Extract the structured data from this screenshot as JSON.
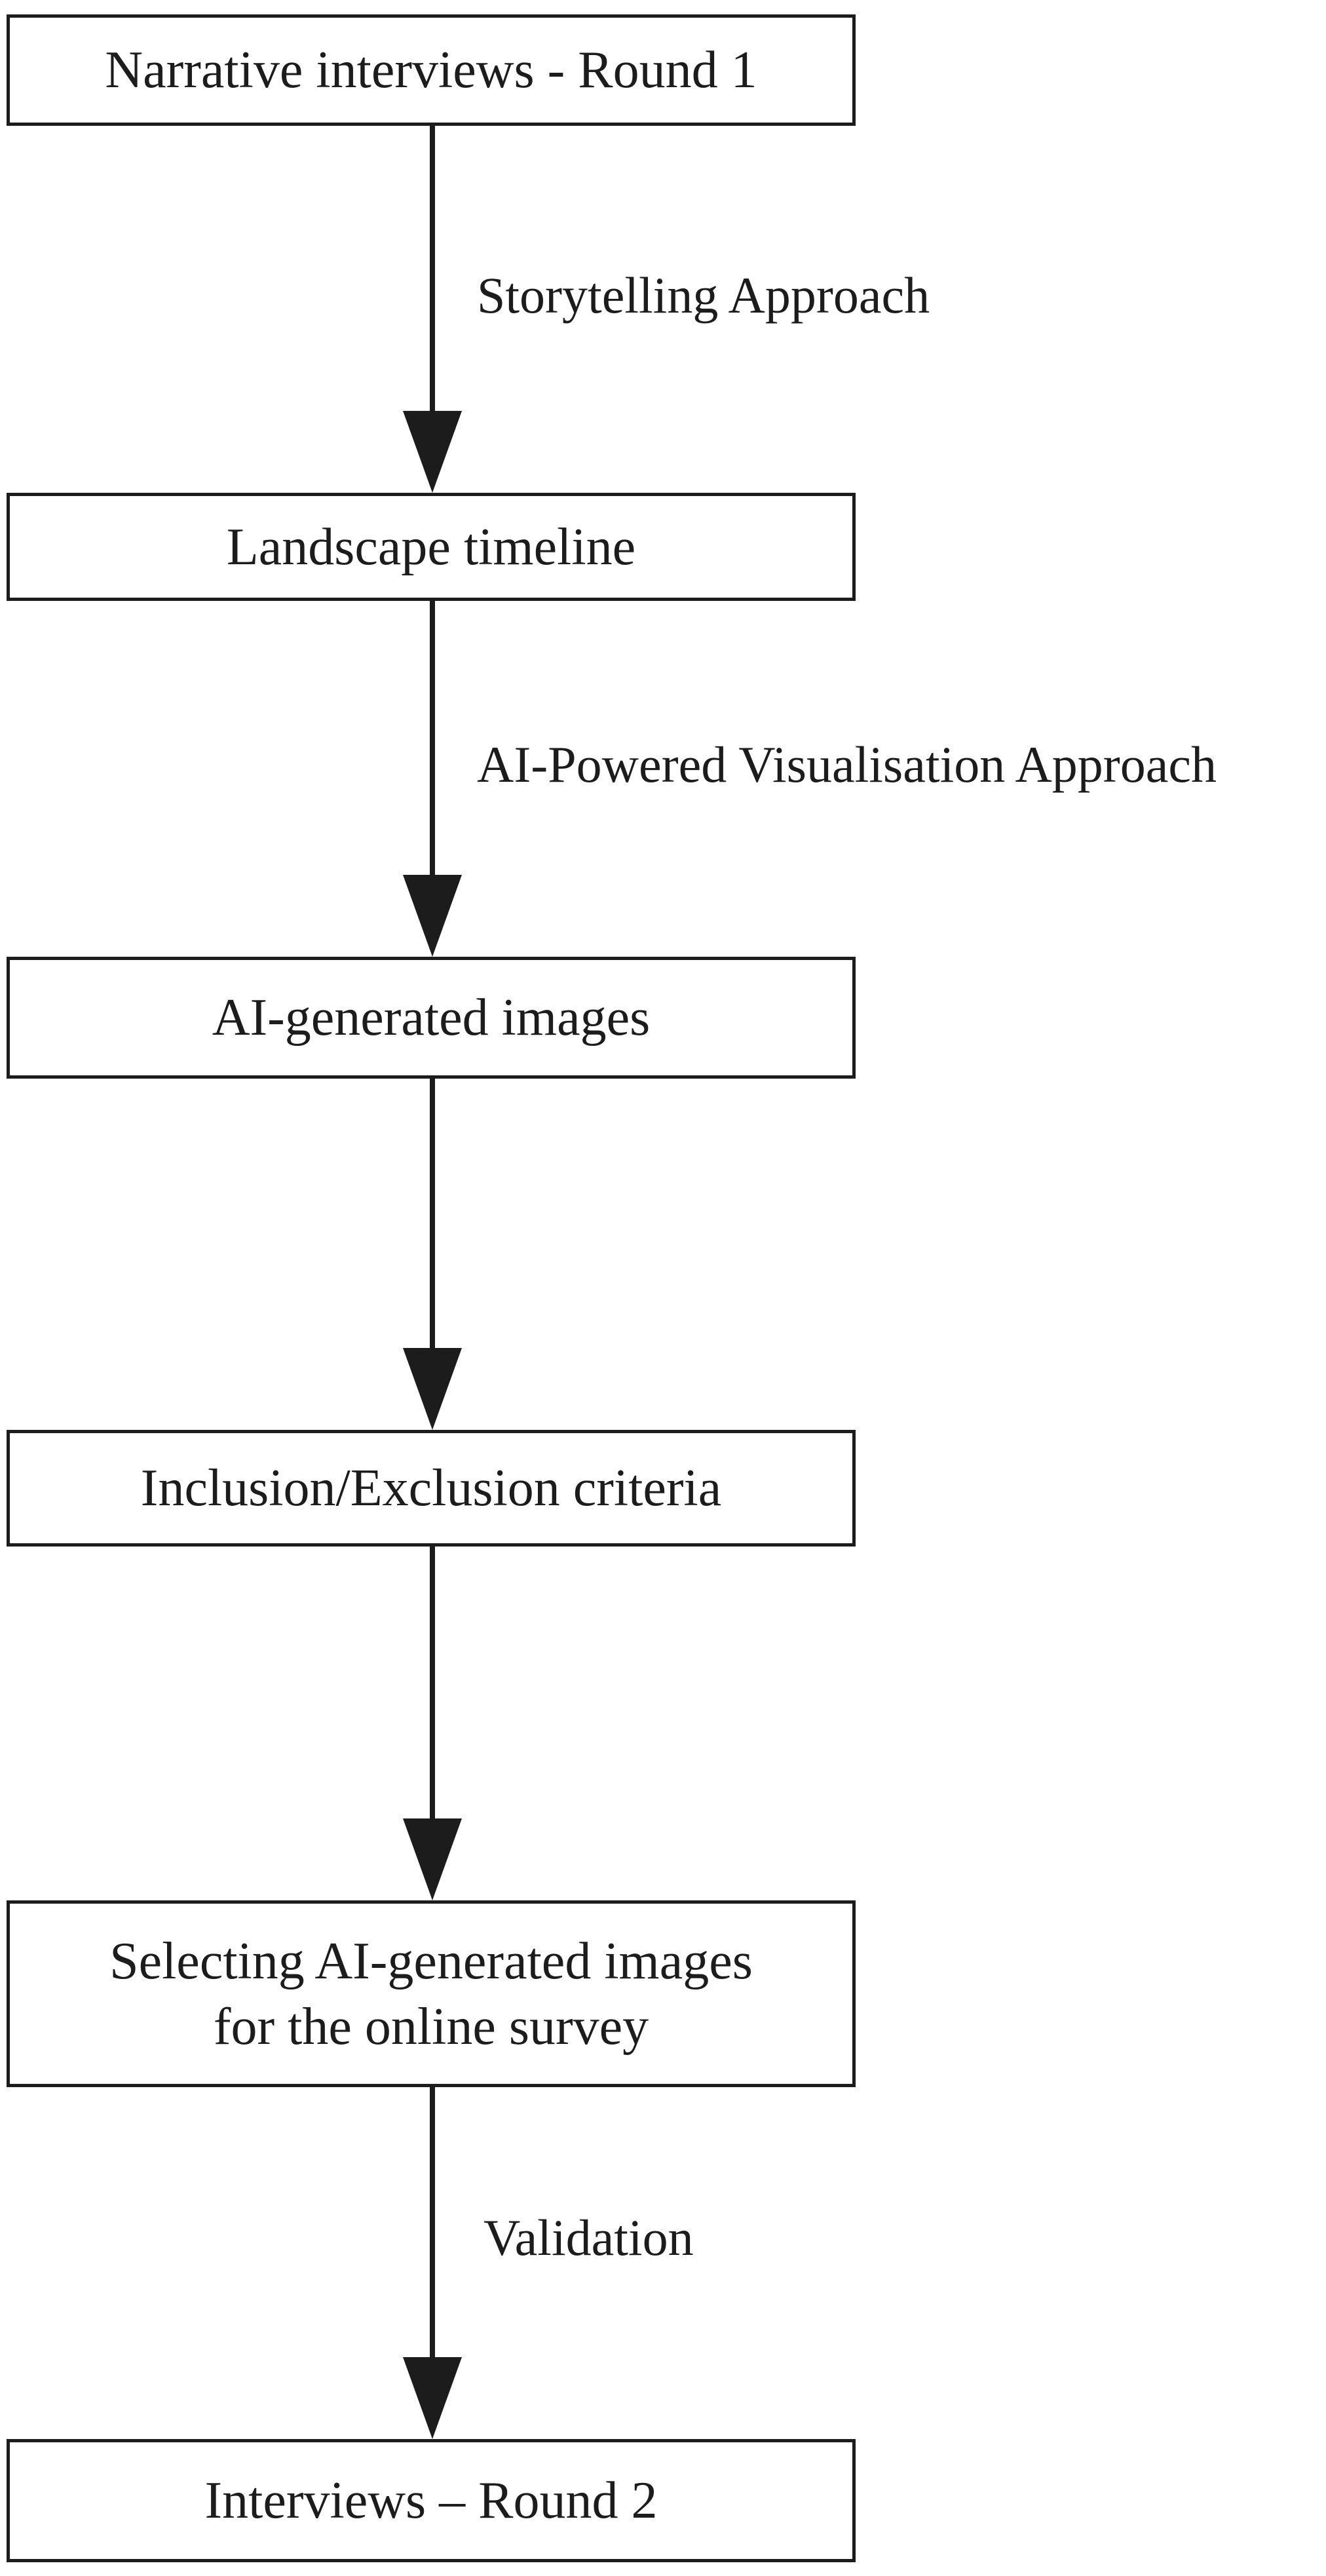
{
  "diagram": {
    "type": "flowchart",
    "direction": "top-down",
    "background_color": "#ffffff",
    "line_color": "#1c1c1c",
    "text_color": "#1c1c1c",
    "nodes": [
      {
        "id": "narrative-interviews-round-1",
        "label": "Narrative interviews - Round 1"
      },
      {
        "id": "landscape-timeline",
        "label": "Landscape timeline"
      },
      {
        "id": "ai-generated-images",
        "label": "AI-generated images"
      },
      {
        "id": "inclusion-exclusion-criteria",
        "label": "Inclusion/Exclusion criteria"
      },
      {
        "id": "selecting-ai-generated-images",
        "label": "Selecting AI-generated images for the online survey",
        "line1": "Selecting AI-generated images",
        "line2": "for the online survey"
      },
      {
        "id": "interviews-round-2",
        "label": "Interviews – Round 2"
      }
    ],
    "edges": [
      {
        "from": "narrative-interviews-round-1",
        "to": "landscape-timeline",
        "label": "Storytelling Approach"
      },
      {
        "from": "landscape-timeline",
        "to": "ai-generated-images",
        "label": "AI-Powered Visualisation Approach"
      },
      {
        "from": "ai-generated-images",
        "to": "inclusion-exclusion-criteria",
        "label": ""
      },
      {
        "from": "inclusion-exclusion-criteria",
        "to": "selecting-ai-generated-images",
        "label": ""
      },
      {
        "from": "selecting-ai-generated-images",
        "to": "interviews-round-2",
        "label": "Validation"
      }
    ]
  }
}
